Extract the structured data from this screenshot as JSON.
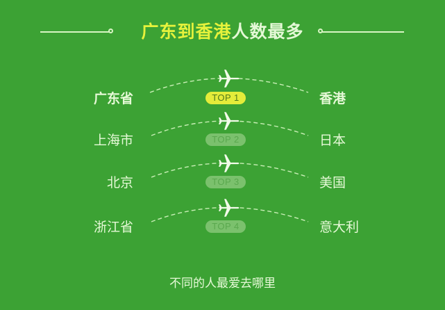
{
  "title": {
    "highlight": "广东到香港",
    "rest": "人数最多"
  },
  "routes": [
    {
      "origin": "广东省",
      "destination": "香港",
      "rank_label": "TOP 1",
      "highlighted": true
    },
    {
      "origin": "上海市",
      "destination": "日本",
      "rank_label": "TOP 2",
      "highlighted": false
    },
    {
      "origin": "北京",
      "destination": "美国",
      "rank_label": "TOP 3",
      "highlighted": false
    },
    {
      "origin": "浙江省",
      "destination": "意大利",
      "rank_label": "TOP 4",
      "highlighted": false
    }
  ],
  "footer": "不同的人最爱去哪里",
  "icons": {
    "plane": "airplane-icon",
    "title_ornament": "line-dot-ornament"
  },
  "colors": {
    "background": "#3ca234",
    "title_highlight": "#e6f23c",
    "text": "#e6f9d7",
    "pill_active": "#e4ec3a",
    "pill_inactive": "#7bc16d"
  }
}
